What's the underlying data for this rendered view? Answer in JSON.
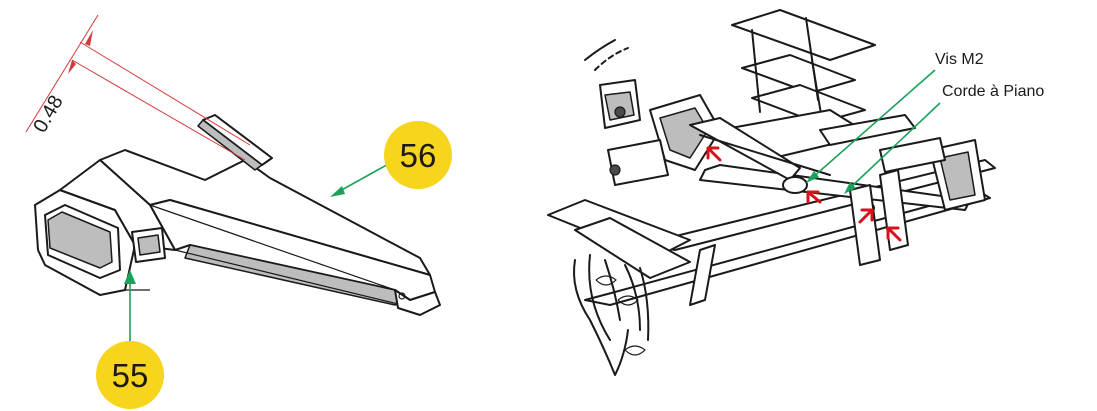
{
  "left_figure": {
    "dimension_label": "0.48",
    "badges": {
      "part_56": "56",
      "part_55": "55"
    }
  },
  "right_figure": {
    "callouts": {
      "screw": "Vis M2",
      "piano_wire": "Corde à Piano"
    }
  },
  "colors": {
    "badge_fill": "#f7d51d",
    "leader_line": "#1aa25a",
    "dimension_line": "#d23a3a",
    "attention_arrow": "#d8121b"
  }
}
